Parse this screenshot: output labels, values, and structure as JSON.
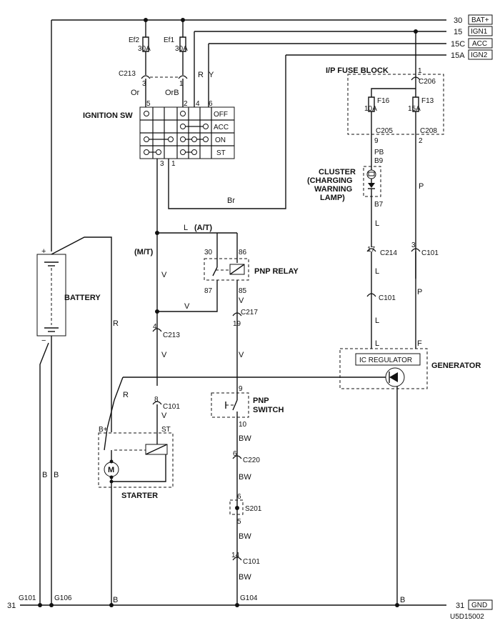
{
  "bus_labels": {
    "n30": "30",
    "bat": "BAT+",
    "n15": "15",
    "ign1": "IGN1",
    "n15c": "15C",
    "acc": "ACC",
    "n15a": "15A",
    "ign2": "IGN2",
    "n31": "31",
    "gnd": "GND"
  },
  "fuses": {
    "ef2_name": "Ef2",
    "ef2_rating": "30A",
    "ef1_name": "Ef1",
    "ef1_rating": "30A",
    "f16_name": "F16",
    "f16_rating": "10A",
    "f13_name": "F13",
    "f13_rating": "15A"
  },
  "connectors": {
    "c213": "C213",
    "c213_p3": "3",
    "c213_p1": "1",
    "c213_p4": "4",
    "c206": "C206",
    "c206_p1": "1",
    "c205": "C205",
    "c205_p9": "9",
    "c208": "C208",
    "c208_p2": "2",
    "c214": "C214",
    "c214_p17": "17",
    "c101": "C101",
    "c101_p3": "3",
    "c101_p8": "8",
    "c101_p14": "14",
    "c217": "C217",
    "c217_p19": "19",
    "c220": "C220",
    "c220_p6": "6",
    "s201": "S201",
    "s201_p6": "6",
    "s201_p5": "5",
    "cl_b9": "B9",
    "cl_b7": "B7",
    "pnp_p9": "9",
    "pnp_p10": "10",
    "relay_30": "30",
    "relay_86": "86",
    "relay_87": "87",
    "relay_85": "85"
  },
  "wire_colors": {
    "or": "Or",
    "orb": "OrB",
    "r": "R",
    "y": "Y",
    "br": "Br",
    "l": "L",
    "v": "V",
    "pb": "PB",
    "p": "P",
    "b": "B",
    "bw": "BW",
    "f": "F"
  },
  "ignition_switch": {
    "title": "IGNITION SW",
    "pins_top": [
      "5",
      "2",
      "4",
      "6"
    ],
    "pins_bottom": [
      "3",
      "1"
    ],
    "positions": [
      "OFF",
      "ACC",
      "ON",
      "ST"
    ]
  },
  "components": {
    "fuse_block": "I/P FUSE BLOCK",
    "cluster": [
      "CLUSTER",
      "(CHARGING",
      "WARNING",
      "LAMP)"
    ],
    "battery": "BATTERY",
    "battery_plus": "+",
    "battery_minus": "−",
    "pnp_relay": "PNP RELAY",
    "pnp_switch": [
      "PNP",
      "SWITCH"
    ],
    "starter": "STARTER",
    "starter_b": "B+",
    "starter_st": "ST",
    "motor": "M",
    "generator": "GENERATOR",
    "ic_regulator": "IC REGULATOR",
    "at": "(A/T)",
    "mt": "(M/T)"
  },
  "grounds": {
    "g101": "G101",
    "g106": "G106",
    "g104": "G104",
    "n31_left": "31"
  },
  "diagram_code": "U5D15002"
}
